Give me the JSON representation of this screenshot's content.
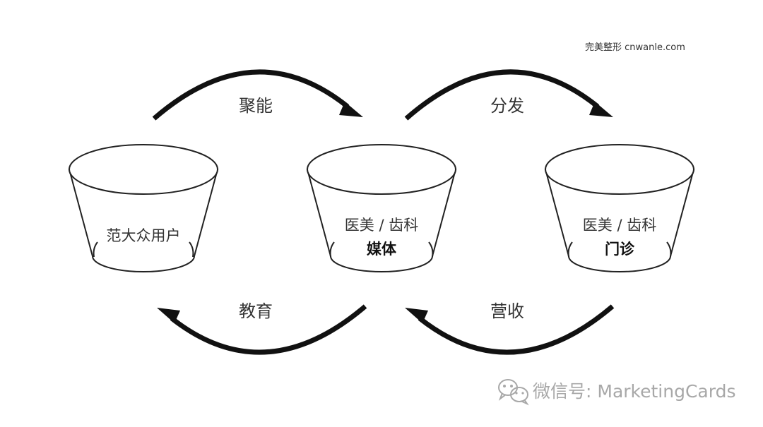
{
  "brand": {
    "text": "完美整形 cnwanle.com"
  },
  "arrows": {
    "top_left": "聚能",
    "top_right": "分发",
    "bottom_left": "教育",
    "bottom_right": "营收"
  },
  "buckets": [
    {
      "line1": "范大众用户",
      "line2": ""
    },
    {
      "line1": "医美 / 齿科",
      "line2": "媒体"
    },
    {
      "line1": "医美 / 齿科",
      "line2": "门诊"
    }
  ],
  "watermark": {
    "icon": "wechat-icon",
    "text": "微信号: MarketingCards"
  },
  "colors": {
    "line": "#111111",
    "watermark": "#a8a8a8"
  }
}
